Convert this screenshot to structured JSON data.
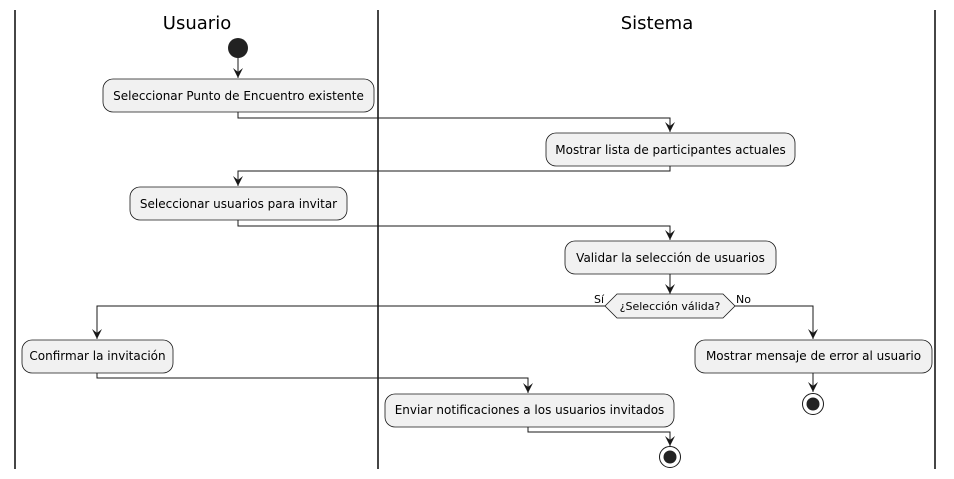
{
  "lanes": [
    {
      "title": "Usuario"
    },
    {
      "title": "Sistema"
    }
  ],
  "activities": {
    "select_meeting_point": "Seleccionar Punto de Encuentro existente",
    "show_participants": "Mostrar lista de participantes actuales",
    "select_users": "Seleccionar usuarios para invitar",
    "validate_selection": "Validar la selección de usuarios",
    "confirm_invitation": "Confirmar la invitación",
    "show_error": "Mostrar mensaje de error al usuario",
    "send_notifications": "Enviar notificaciones a los usuarios invitados"
  },
  "decision": {
    "question": "¿Selección válida?",
    "yes_label": "Sí",
    "no_label": "No"
  },
  "colors": {
    "activity_fill": "#f1f1f1",
    "stroke": "#181818",
    "node_fill": "#222222"
  }
}
